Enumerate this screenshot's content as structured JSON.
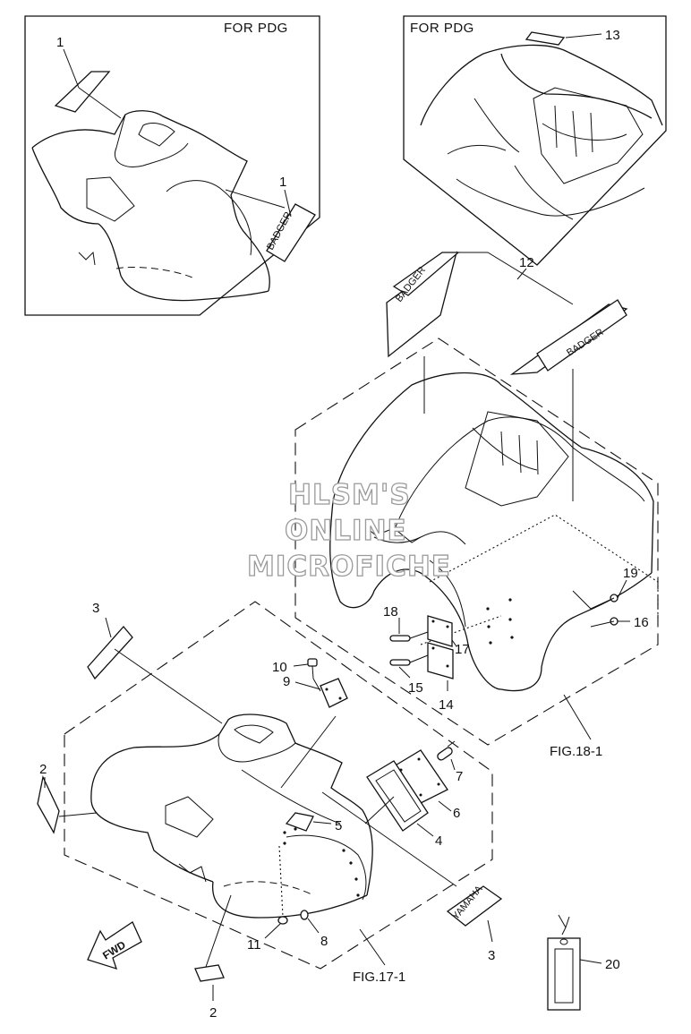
{
  "frames": {
    "top_left_label": "FOR PDG",
    "top_right_label": "FOR PDG"
  },
  "watermark": {
    "line1": "HLSM'S",
    "line2": "ONLINE",
    "line3": "MICROFICHE"
  },
  "decal_text": {
    "badger": "BADGER",
    "yamaha": "YAMAHA",
    "fwd": "FWD"
  },
  "references": {
    "rear": "FIG.18-1",
    "front": "FIG.17-1"
  },
  "callouts": [
    {
      "id": "c1a",
      "text": "1"
    },
    {
      "id": "c1b",
      "text": "1"
    },
    {
      "id": "c13",
      "text": "13"
    },
    {
      "id": "c12",
      "text": "12"
    },
    {
      "id": "c19",
      "text": "19"
    },
    {
      "id": "c18",
      "text": "18"
    },
    {
      "id": "c16",
      "text": "16"
    },
    {
      "id": "c17",
      "text": "17"
    },
    {
      "id": "c15",
      "text": "15"
    },
    {
      "id": "c14",
      "text": "14"
    },
    {
      "id": "c3a",
      "text": "3"
    },
    {
      "id": "c10",
      "text": "10"
    },
    {
      "id": "c9",
      "text": "9"
    },
    {
      "id": "c2a",
      "text": "2"
    },
    {
      "id": "c7",
      "text": "7"
    },
    {
      "id": "c6",
      "text": "6"
    },
    {
      "id": "c4",
      "text": "4"
    },
    {
      "id": "c5",
      "text": "5"
    },
    {
      "id": "c3b",
      "text": "3"
    },
    {
      "id": "c11",
      "text": "11"
    },
    {
      "id": "c8",
      "text": "8"
    },
    {
      "id": "c20",
      "text": "20"
    },
    {
      "id": "c2b",
      "text": "2"
    }
  ]
}
